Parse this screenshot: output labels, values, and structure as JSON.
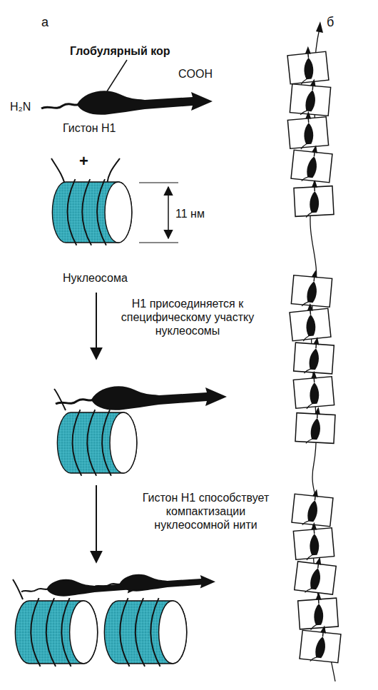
{
  "diagram": {
    "labels": [
      "а",
      "б",
      "Глобулярный кор",
      "H₂N",
      "COOH",
      "Гистон H1",
      "+",
      "11 нм",
      "Нуклеосома",
      "H1 присоединяется к специфическому участку нуклеосомы",
      "Гистон H1 способствует компактизации нуклеосомной нити"
    ]
  }
}
